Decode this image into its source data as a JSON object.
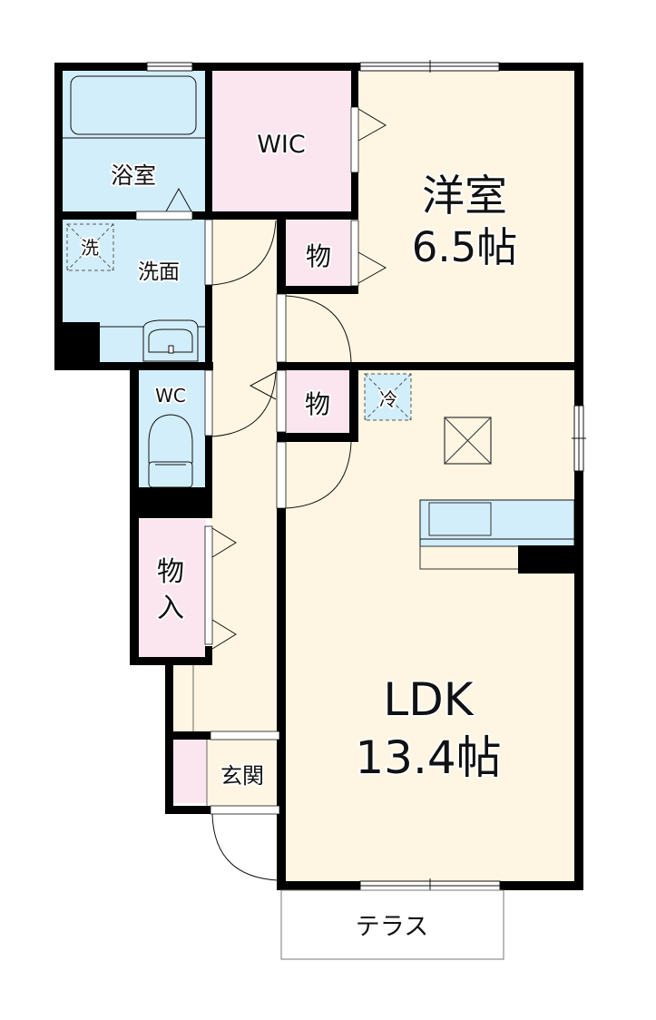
{
  "floorplan": {
    "colors": {
      "wall": "#000000",
      "wet_area": "#d3eefb",
      "storage": "#fbe6ef",
      "living": "#fef6e3",
      "window": "#ffffff",
      "line": "#111111",
      "terrace_border": "#777777"
    },
    "rooms": {
      "bathroom": {
        "label": "浴室"
      },
      "wic": {
        "label": "WIC"
      },
      "western_room": {
        "label": "洋室",
        "size": "6.5帖"
      },
      "washroom": {
        "label": "洗面"
      },
      "washer_space": {
        "label": "洗"
      },
      "storage_upper": {
        "label": "物"
      },
      "storage_middle": {
        "label": "物"
      },
      "fridge_space": {
        "label": "冷"
      },
      "wc": {
        "label": "WC"
      },
      "closet": {
        "label_line1": "物",
        "label_line2": "入"
      },
      "entrance": {
        "label": "玄関"
      },
      "ldk": {
        "label": "LDK",
        "size": "13.4帖"
      },
      "terrace": {
        "label": "テラス"
      }
    }
  }
}
